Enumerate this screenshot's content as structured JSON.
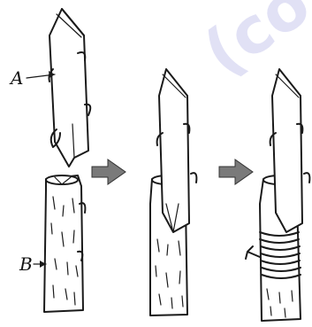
{
  "labels": {
    "scion": "A",
    "rootstock": "B"
  },
  "colors": {
    "ink": "#1a1a1a",
    "background": "#ffffff",
    "watermark": "#c9c9ee",
    "process_arrow": "#777777"
  },
  "watermark_text": "(co",
  "step_arrow_icon": "right-block-arrow"
}
